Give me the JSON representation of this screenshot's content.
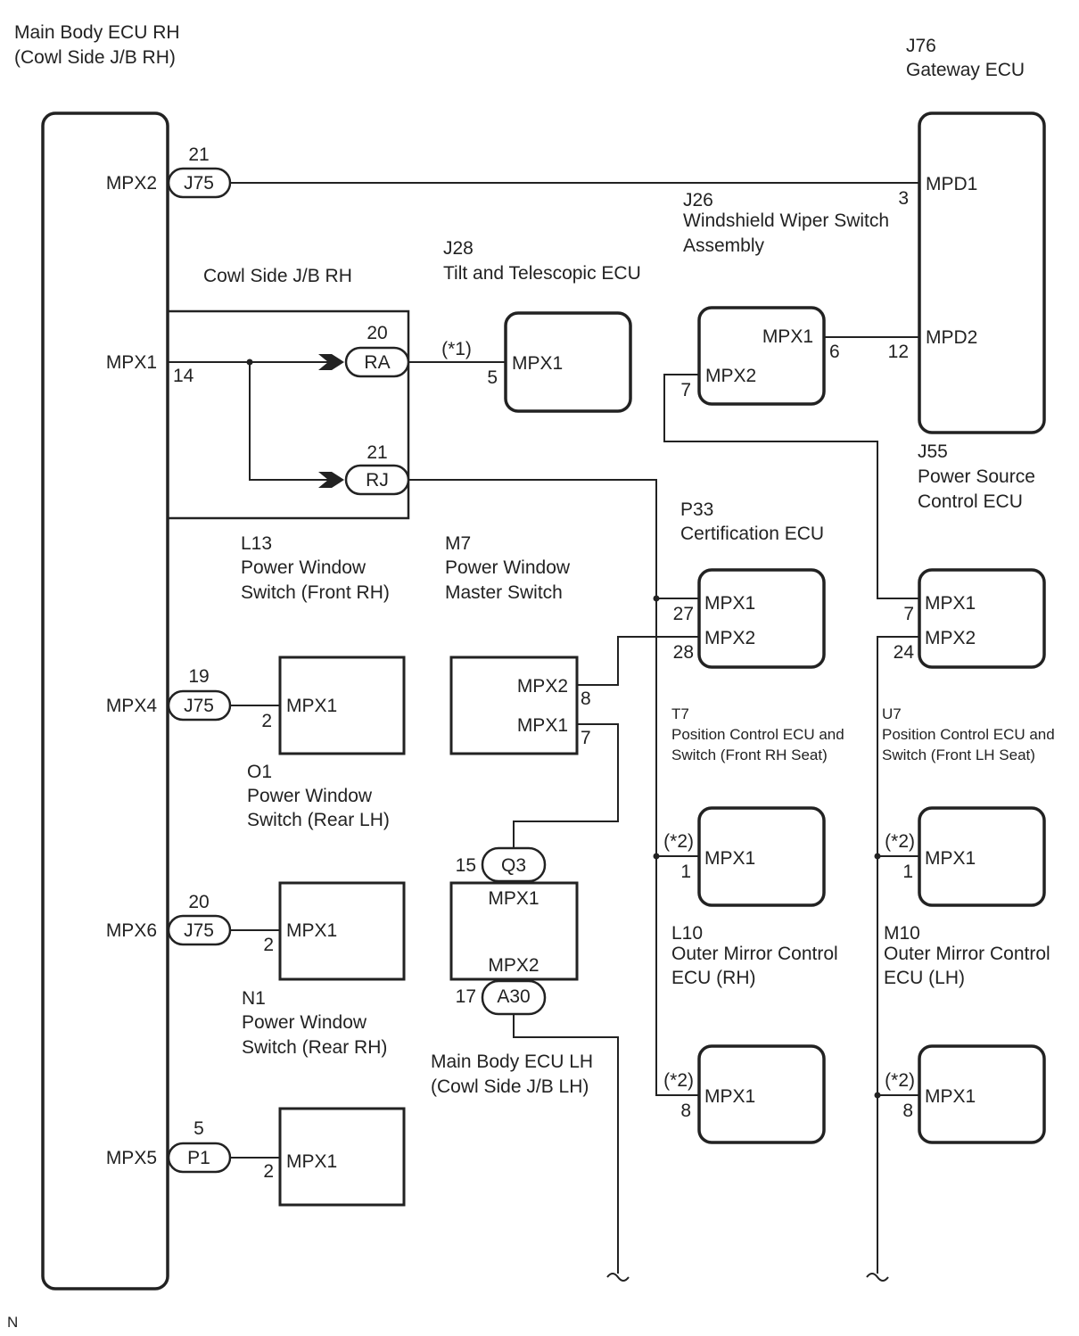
{
  "components": {
    "main_body_ecu_rh": {
      "name_line1": "Main Body ECU RH",
      "name_line2": "(Cowl Side J/B RH)",
      "terminals": {
        "mpx2": "MPX2",
        "mpx1": "MPX1",
        "mpx4": "MPX4",
        "mpx6": "MPX6",
        "mpx5": "MPX5"
      }
    },
    "cowl_side_jb_rh": {
      "name": "Cowl Side J/B RH",
      "pin_in": "14",
      "connector_ra": {
        "id": "RA",
        "pin": "20"
      },
      "connector_rj": {
        "id": "RJ",
        "pin": "21"
      }
    },
    "j76": {
      "code": "J76",
      "name": "Gateway ECU",
      "terminal_1": "MPD1",
      "pin_1": "3",
      "terminal_2": "MPD2",
      "pin_2": "12"
    },
    "j26": {
      "code": "J26",
      "name_line1": "Windshield Wiper Switch",
      "name_line2": "Assembly"
    },
    "j28": {
      "code": "J28",
      "name": "Tilt and Telescopic ECU",
      "terminal": "MPX1",
      "pin": "5",
      "note": "(*1)"
    },
    "j55": {
      "code": "J55",
      "name_line1": "Power Source",
      "name_line2": "Control ECU",
      "terminal_1": "MPX1",
      "pin_1": "6",
      "terminal_2": "MPX2",
      "pin_2": "7"
    },
    "p33": {
      "code": "P33",
      "name": "Certification ECU",
      "terminal_1": "MPX1",
      "pin_1": "27",
      "terminal_2": "MPX2",
      "pin_2": "28"
    },
    "t7": {
      "code": "T7",
      "name_line1": "Position Control ECU and",
      "name_line2": "Switch (Front RH Seat)"
    },
    "u7": {
      "code": "U7",
      "name_line1": "Position Control ECU and",
      "name_line2": "Switch (Front LH Seat)",
      "terminal_1": "MPX1",
      "pin_1": "7",
      "terminal_2": "MPX2",
      "pin_2": "24"
    },
    "l13": {
      "code": "L13",
      "name_line1": "Power Window",
      "name_line2": "Switch (Front RH)"
    },
    "m7": {
      "code": "M7",
      "name_line1": "Power Window",
      "name_line2": "Master Switch",
      "terminal_1": "MPX2",
      "pin_1": "8",
      "terminal_2": "MPX1",
      "pin_2": "7"
    },
    "o1": {
      "code": "O1",
      "name_line1": "Power Window",
      "name_line2": "Switch (Rear LH)",
      "terminal": "MPX1",
      "pin": "2",
      "connector": "J75",
      "conn_pin": "19"
    },
    "n1": {
      "code": "N1",
      "name_line1": "Power Window",
      "name_line2": "Switch (Rear RH)",
      "terminal": "MPX1",
      "pin": "2",
      "connector": "J75",
      "conn_pin": "20"
    },
    "l13_conn": {
      "connector": "P1",
      "conn_pin": "5",
      "terminal": "MPX1",
      "pin": "2"
    },
    "mpx2_conn": {
      "connector": "J75",
      "conn_pin": "21"
    },
    "main_body_ecu_lh": {
      "name_line1": "Main Body ECU LH",
      "name_line2": "(Cowl Side J/B LH)",
      "connector_top": "Q3",
      "pin_top": "15",
      "terminal_top": "MPX1",
      "connector_bottom": "A30",
      "pin_bottom": "17",
      "terminal_bottom": "MPX2"
    },
    "rh_seat_ecu": {
      "terminal": "MPX1",
      "pin": "1",
      "note": "(*2)"
    },
    "lh_seat_ecu": {
      "terminal": "MPX1",
      "pin": "1",
      "note": "(*2)"
    },
    "l10": {
      "code": "L10",
      "name_line1": "Outer Mirror Control",
      "name_line2": "ECU (RH)",
      "terminal": "MPX1",
      "pin": "8",
      "note": "(*2)"
    },
    "m10": {
      "code": "M10",
      "name_line1": "Outer Mirror Control",
      "name_line2": "ECU (LH)",
      "terminal": "MPX1",
      "pin": "8",
      "note": "(*2)"
    }
  },
  "footer_code": "N"
}
